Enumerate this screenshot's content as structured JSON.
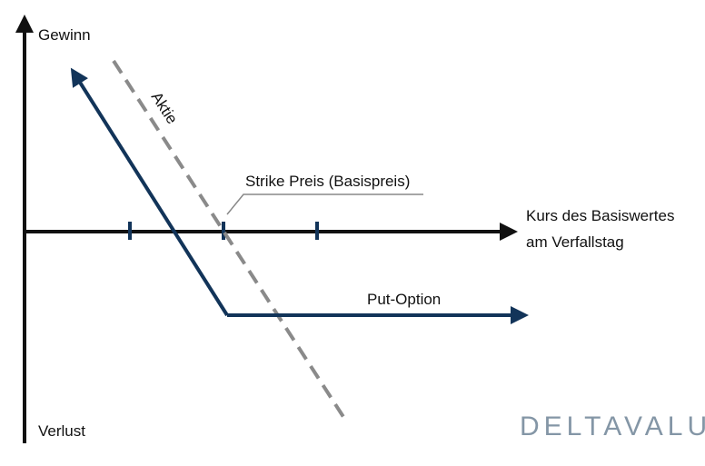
{
  "colors": {
    "axis": "#111111",
    "put_line": "#123459",
    "stock_line": "#8a8a8a",
    "logo": "#8496a6",
    "tick": "#123459"
  },
  "axes": {
    "y_top_label": "Gewinn",
    "y_bottom_label": "Verlust",
    "x_label_line1": "Kurs des Basiswertes",
    "x_label_line2": "am Verfallstag"
  },
  "labels": {
    "stock": "Aktie",
    "strike": "Strike Preis (Basispreis)",
    "put_option": "Put-Option"
  },
  "logo": {
    "text": "DELTAVALUE"
  }
}
